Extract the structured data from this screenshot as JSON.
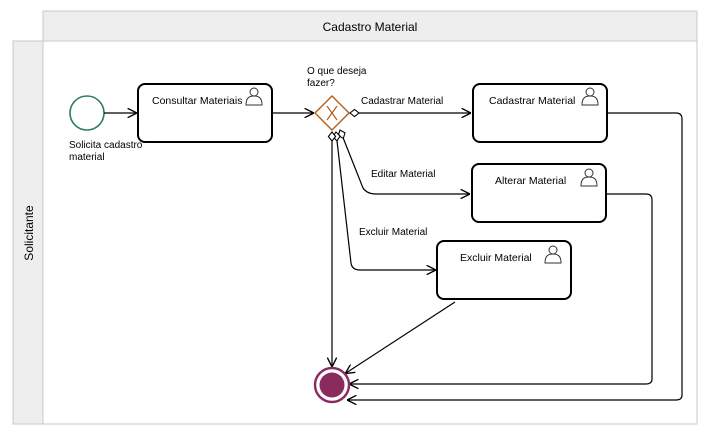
{
  "pool": {
    "title": "Cadastro Material"
  },
  "lane": {
    "title": "Solicitante"
  },
  "start_event": {
    "label_line1": "Solicita cadastro",
    "label_line2": "material"
  },
  "tasks": {
    "consultar": "Consultar Materiais",
    "cadastrar": "Cadastrar Material",
    "alterar": "Alterar Material",
    "excluir": "Excluir Material"
  },
  "gateway": {
    "label_line1": "O que deseja",
    "label_line2": "fazer?"
  },
  "flows": {
    "cadastrar": "Cadastrar Material",
    "editar": "Editar Material",
    "excluir": "Excluir Material"
  },
  "colors": {
    "lane_header": "#eeeeee",
    "border": "#c8c8c8",
    "start_event": "#2e7d5b",
    "gateway": "#b85c12",
    "end_event_fill": "#8b2a5f",
    "task_border": "#000000"
  },
  "icons": {
    "task_type": "user-icon",
    "gateway_type": "exclusive-x-icon"
  }
}
